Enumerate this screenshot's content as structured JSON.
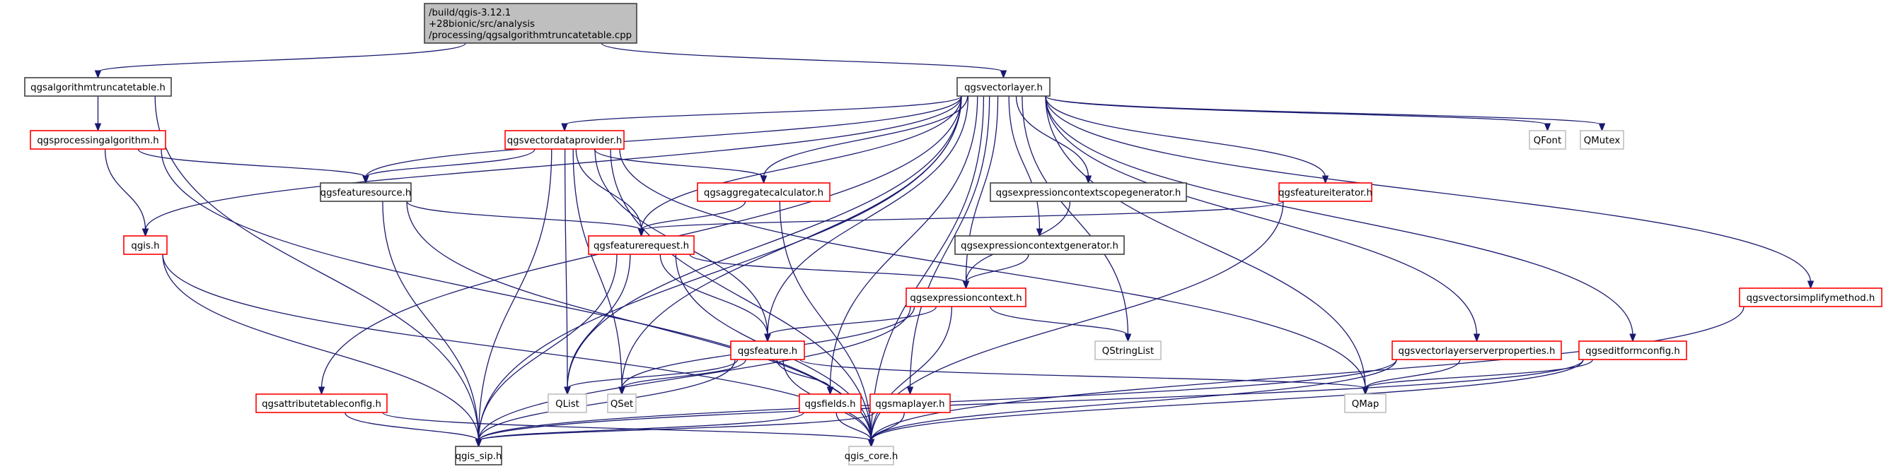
{
  "title": "Include dependency graph for qgsalgorithmtruncatetable.cpp",
  "colors": {
    "edge": "#191970",
    "root_fill": "#bfbfbf",
    "documented_border": "#404040",
    "truncated_border": "#ff0000",
    "external_border": "#bfbfbf"
  },
  "nodes": [
    {
      "id": "root",
      "kind": "root",
      "lines": [
        "/build/qgis-3.12.1",
        "+28bionic/src/analysis",
        "/processing/qgsalgorithmtruncatetable.cpp"
      ]
    },
    {
      "id": "qgsalgorithmtruncatetable_h",
      "kind": "doc",
      "lines": [
        "qgsalgorithmtruncatetable.h"
      ]
    },
    {
      "id": "qgsvectorlayer_h",
      "kind": "doc",
      "lines": [
        "qgsvectorlayer.h"
      ]
    },
    {
      "id": "qgsprocessingalgorithm_h",
      "kind": "trunc",
      "lines": [
        "qgsprocessingalgorithm.h"
      ]
    },
    {
      "id": "qgsvectordataprovider_h",
      "kind": "trunc",
      "lines": [
        "qgsvectordataprovider.h"
      ]
    },
    {
      "id": "qgsfeaturesource_h",
      "kind": "doc",
      "lines": [
        "qgsfeaturesource.h"
      ]
    },
    {
      "id": "qgsaggregatecalculator_h",
      "kind": "trunc",
      "lines": [
        "qgsaggregatecalculator.h"
      ]
    },
    {
      "id": "qgsexpressioncontextscopegenerator_h",
      "kind": "doc",
      "lines": [
        "qgsexpressioncontextscopegenerator.h"
      ]
    },
    {
      "id": "qgsfeatureiterator_h",
      "kind": "trunc",
      "lines": [
        "qgsfeatureiterator.h"
      ]
    },
    {
      "id": "QFont",
      "kind": "ext",
      "lines": [
        "QFont"
      ]
    },
    {
      "id": "QMutex",
      "kind": "ext",
      "lines": [
        "QMutex"
      ]
    },
    {
      "id": "qgis_h",
      "kind": "trunc",
      "lines": [
        "qgis.h"
      ]
    },
    {
      "id": "qgsfeaturerequest_h",
      "kind": "trunc",
      "lines": [
        "qgsfeaturerequest.h"
      ]
    },
    {
      "id": "qgsexpressioncontextgenerator_h",
      "kind": "doc",
      "lines": [
        "qgsexpressioncontextgenerator.h"
      ]
    },
    {
      "id": "qgsexpressioncontext_h",
      "kind": "trunc",
      "lines": [
        "qgsexpressioncontext.h"
      ]
    },
    {
      "id": "QStringList",
      "kind": "ext",
      "lines": [
        "QStringList"
      ]
    },
    {
      "id": "qgsvectorsimplifymethod_h",
      "kind": "trunc",
      "lines": [
        "qgsvectorsimplifymethod.h"
      ]
    },
    {
      "id": "qgsfeature_h",
      "kind": "trunc",
      "lines": [
        "qgsfeature.h"
      ]
    },
    {
      "id": "qgsvectorlayerserverproperties_h",
      "kind": "trunc",
      "lines": [
        "qgsvectorlayerserverproperties.h"
      ]
    },
    {
      "id": "qgseditformconfig_h",
      "kind": "trunc",
      "lines": [
        "qgseditformconfig.h"
      ]
    },
    {
      "id": "qgsattributetableconfig_h",
      "kind": "trunc",
      "lines": [
        "qgsattributetableconfig.h"
      ]
    },
    {
      "id": "QList",
      "kind": "ext",
      "lines": [
        "QList"
      ]
    },
    {
      "id": "QSet",
      "kind": "ext",
      "lines": [
        "QSet"
      ]
    },
    {
      "id": "qgsfields_h",
      "kind": "trunc",
      "lines": [
        "qgsfields.h"
      ]
    },
    {
      "id": "qgsmaplayer_h",
      "kind": "trunc",
      "lines": [
        "qgsmaplayer.h"
      ]
    },
    {
      "id": "QMap",
      "kind": "ext",
      "lines": [
        "QMap"
      ]
    },
    {
      "id": "qgis_sip_h",
      "kind": "doc",
      "lines": [
        "qgis_sip.h"
      ]
    },
    {
      "id": "qgis_core_h",
      "kind": "ext",
      "lines": [
        "qgis_core.h"
      ]
    }
  ],
  "edges": [
    [
      "root",
      "qgsalgorithmtruncatetable_h"
    ],
    [
      "root",
      "qgsvectorlayer_h"
    ],
    [
      "qgsalgorithmtruncatetable_h",
      "qgsprocessingalgorithm_h"
    ],
    [
      "qgsalgorithmtruncatetable_h",
      "qgis_sip_h"
    ],
    [
      "qgsprocessingalgorithm_h",
      "qgis_h"
    ],
    [
      "qgsprocessingalgorithm_h",
      "qgsfeaturesource_h"
    ],
    [
      "qgsprocessingalgorithm_h",
      "qgis_core_h"
    ],
    [
      "qgsvectorlayer_h",
      "qgsvectordataprovider_h"
    ],
    [
      "qgsvectorlayer_h",
      "qgsfeaturesource_h"
    ],
    [
      "qgsvectorlayer_h",
      "qgsaggregatecalculator_h"
    ],
    [
      "qgsvectorlayer_h",
      "qgsexpressioncontextscopegenerator_h"
    ],
    [
      "qgsvectorlayer_h",
      "qgsfeatureiterator_h"
    ],
    [
      "qgsvectorlayer_h",
      "QFont"
    ],
    [
      "qgsvectorlayer_h",
      "QMutex"
    ],
    [
      "qgsvectorlayer_h",
      "qgis_h"
    ],
    [
      "qgsvectorlayer_h",
      "qgsfeaturerequest_h"
    ],
    [
      "qgsvectorlayer_h",
      "qgsexpressioncontextgenerator_h"
    ],
    [
      "qgsvectorlayer_h",
      "qgsexpressioncontext_h"
    ],
    [
      "qgsvectorlayer_h",
      "QStringList"
    ],
    [
      "qgsvectorlayer_h",
      "qgsvectorsimplifymethod_h"
    ],
    [
      "qgsvectorlayer_h",
      "qgsfeature_h"
    ],
    [
      "qgsvectorlayer_h",
      "qgsvectorlayerserverproperties_h"
    ],
    [
      "qgsvectorlayer_h",
      "qgseditformconfig_h"
    ],
    [
      "qgsvectorlayer_h",
      "qgsattributetableconfig_h"
    ],
    [
      "qgsvectorlayer_h",
      "QList"
    ],
    [
      "qgsvectorlayer_h",
      "QSet"
    ],
    [
      "qgsvectorlayer_h",
      "qgsfields_h"
    ],
    [
      "qgsvectorlayer_h",
      "qgsmaplayer_h"
    ],
    [
      "qgsvectorlayer_h",
      "QMap"
    ],
    [
      "qgsvectorlayer_h",
      "qgis_sip_h"
    ],
    [
      "qgsvectorlayer_h",
      "qgis_core_h"
    ],
    [
      "qgsvectordataprovider_h",
      "qgsfeaturesource_h"
    ],
    [
      "qgsvectordataprovider_h",
      "qgsaggregatecalculator_h"
    ],
    [
      "qgsvectordataprovider_h",
      "qgsfeaturerequest_h"
    ],
    [
      "qgsvectordataprovider_h",
      "qgsfeature_h"
    ],
    [
      "qgsvectordataprovider_h",
      "QList"
    ],
    [
      "qgsvectordataprovider_h",
      "QSet"
    ],
    [
      "qgsvectordataprovider_h",
      "QMap"
    ],
    [
      "qgsvectordataprovider_h",
      "qgis_sip_h"
    ],
    [
      "qgsvectordataprovider_h",
      "qgis_core_h"
    ],
    [
      "qgsfeaturesource_h",
      "qgsfeaturerequest_h"
    ],
    [
      "qgsfeaturesource_h",
      "qgis_sip_h"
    ],
    [
      "qgsfeaturesource_h",
      "qgis_core_h"
    ],
    [
      "qgsaggregatecalculator_h",
      "qgsfeaturerequest_h"
    ],
    [
      "qgsaggregatecalculator_h",
      "qgis_core_h"
    ],
    [
      "qgsexpressioncontextscopegenerator_h",
      "qgsexpressioncontext_h"
    ],
    [
      "qgsexpressioncontextgenerator_h",
      "qgsexpressioncontext_h"
    ],
    [
      "qgsfeatureiterator_h",
      "qgsfeaturerequest_h"
    ],
    [
      "qgsfeatureiterator_h",
      "qgis_core_h"
    ],
    [
      "qgis_h",
      "qgis_sip_h"
    ],
    [
      "qgis_h",
      "qgis_core_h"
    ],
    [
      "qgsfeaturerequest_h",
      "qgsexpressioncontext_h"
    ],
    [
      "qgsfeaturerequest_h",
      "qgsfeature_h"
    ],
    [
      "qgsfeaturerequest_h",
      "QList"
    ],
    [
      "qgsfeaturerequest_h",
      "qgis_sip_h"
    ],
    [
      "qgsfeaturerequest_h",
      "qgis_core_h"
    ],
    [
      "qgsexpressioncontext_h",
      "qgsfeature_h"
    ],
    [
      "qgsexpressioncontext_h",
      "QStringList"
    ],
    [
      "qgsexpressioncontext_h",
      "QSet"
    ],
    [
      "qgsexpressioncontext_h",
      "qgis_sip_h"
    ],
    [
      "qgsexpressioncontext_h",
      "qgis_core_h"
    ],
    [
      "qgsfeature_h",
      "qgsfields_h"
    ],
    [
      "qgsfeature_h",
      "QList"
    ],
    [
      "qgsfeature_h",
      "QSet"
    ],
    [
      "qgsfeature_h",
      "QMap"
    ],
    [
      "qgsfeature_h",
      "qgis_sip_h"
    ],
    [
      "qgsfeature_h",
      "qgis_core_h"
    ],
    [
      "qgsfields_h",
      "qgis_sip_h"
    ],
    [
      "qgsfields_h",
      "qgis_core_h"
    ],
    [
      "qgsmaplayer_h",
      "qgis_sip_h"
    ],
    [
      "qgsmaplayer_h",
      "qgis_core_h"
    ],
    [
      "qgsattributetableconfig_h",
      "qgis_sip_h"
    ],
    [
      "qgsattributetableconfig_h",
      "qgis_core_h"
    ],
    [
      "qgsvectorlayerserverproperties_h",
      "QMap"
    ],
    [
      "qgsvectorlayerserverproperties_h",
      "qgis_sip_h"
    ],
    [
      "qgsvectorlayerserverproperties_h",
      "qgis_core_h"
    ],
    [
      "qgseditformconfig_h",
      "QMap"
    ],
    [
      "qgseditformconfig_h",
      "qgis_sip_h"
    ],
    [
      "qgseditformconfig_h",
      "qgis_core_h"
    ],
    [
      "qgsvectorsimplifymethod_h",
      "qgis_core_h"
    ]
  ]
}
